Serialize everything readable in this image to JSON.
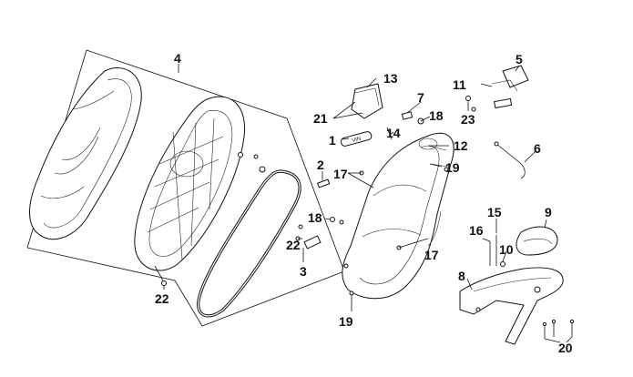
{
  "callouts": {
    "c1": "1",
    "c2": "2",
    "c3": "3",
    "c4": "4",
    "c5": "5",
    "c6": "6",
    "c7": "7",
    "c8": "8",
    "c9": "9",
    "c10": "10",
    "c11": "11",
    "c12": "12",
    "c13": "13",
    "c14": "14",
    "c15": "15",
    "c16": "16",
    "c17a": "17",
    "c17b": "17",
    "c18a": "18",
    "c18b": "18",
    "c19a": "19",
    "c19b": "19",
    "c20": "20",
    "c21": "21",
    "c22a": "22",
    "c22b": "22",
    "c23": "23"
  },
  "parts": {
    "seat": "seat-assembly",
    "seat_frame": "seat-frame",
    "seal": "seat-seal",
    "storage_box": "luggage-box",
    "rack": "rear-carrier"
  },
  "stamp": "VIN"
}
